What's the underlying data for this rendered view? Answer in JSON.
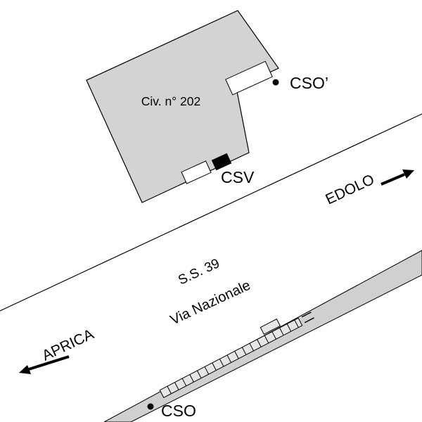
{
  "diagram": {
    "building": {
      "label": "Civ. n° 202"
    },
    "points": {
      "cso_prime": "CSO’",
      "csv": "CSV",
      "cso": "CSO"
    },
    "directions": {
      "right": "EDOLO",
      "left": "APRICA"
    },
    "road": {
      "number": "S.S. 39",
      "name": "Via Nazionale"
    },
    "colors": {
      "background": "#ffffff",
      "building_fill": "#d3d3d3",
      "band_fill": "#d0d0d0",
      "guardrail_fill": "#e6e6e6",
      "ink": "#000000"
    }
  }
}
